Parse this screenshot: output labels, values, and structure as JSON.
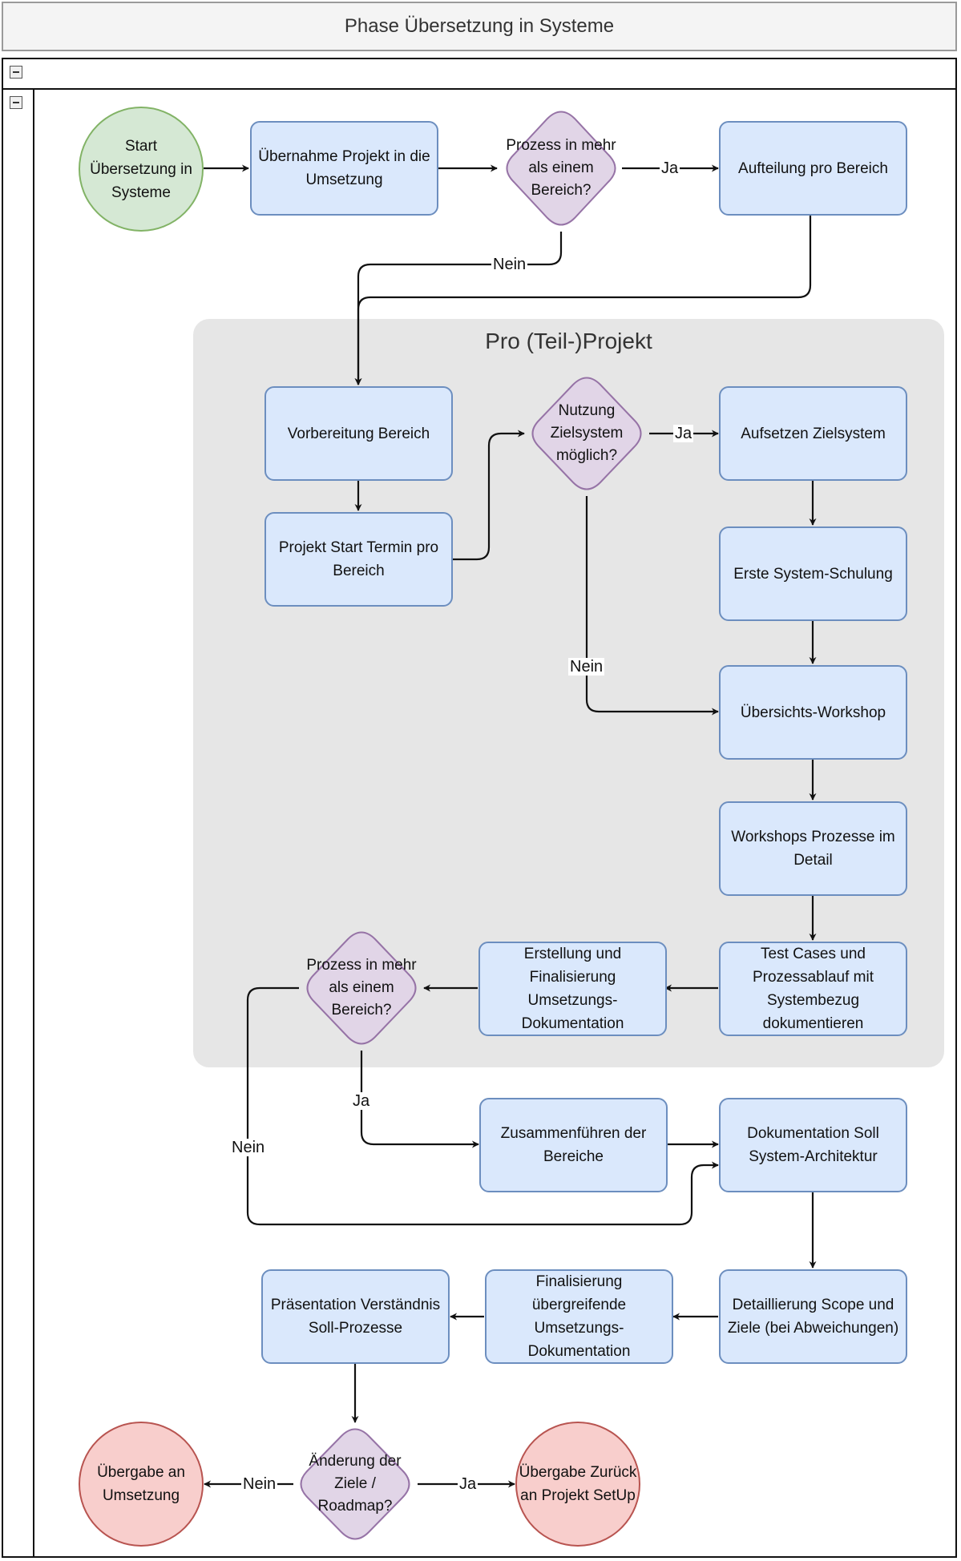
{
  "diagram": {
    "title": "Phase Übersetzung in Systeme",
    "group_title": "Pro (Teil-)Projekt",
    "nodes": {
      "start": "Start Übersetzung in Systeme",
      "uebernahme": "Übernahme Projekt in die Umsetzung",
      "prozess_mehr_1": "Prozess in mehr als einem Bereich?",
      "aufteilung": "Aufteilung pro Bereich",
      "vorbereitung": "Vorbereitung Bereich",
      "projekt_start": "Projekt Start Termin pro Bereich",
      "nutzung": "Nutzung Zielsystem möglich?",
      "aufsetzen": "Aufsetzen Zielsystem",
      "erste_schulung": "Erste System-Schulung",
      "uebersichts_workshop": "Übersichts-Workshop",
      "workshops_detail": "Workshops Prozesse im Detail",
      "test_cases": "Test Cases und Prozessablauf mit Systembezug dokumentieren",
      "erstellung": "Erstellung und Finalisierung Umsetzungs-Dokumentation",
      "prozess_mehr_2": "Prozess in mehr als einem Bereich?",
      "zusammenfuehren": "Zusammenführen der Bereiche",
      "doku_soll": "Dokumentation Soll System-Architektur",
      "detaillierung": "Detaillierung Scope und Ziele (bei Abweichungen)",
      "finalisierung": "Finalisierung übergreifende Umsetzungs-Dokumentation",
      "praesentation": "Präsentation Verständnis Soll-Prozesse",
      "aenderung": "Änderung der Ziele / Roadmap?",
      "uebergabe_umsetzung": "Übergabe an Umsetzung",
      "uebergabe_zurueck": "Übergabe Zurück an Projekt SetUp"
    },
    "edge_labels": {
      "ja_1": "Ja",
      "nein_1": "Nein",
      "ja_2": "Ja",
      "nein_2": "Nein",
      "ja_3": "Ja",
      "nein_3": "Nein",
      "nein_4": "Nein",
      "ja_4": "Ja"
    },
    "colors": {
      "process_fill": "#dae8fc",
      "process_stroke": "#6c8ebf",
      "start_fill": "#d5e8d4",
      "start_stroke": "#82b366",
      "end_fill": "#f8cecc",
      "end_stroke": "#b85450",
      "decision_fill": "#e1d5e7",
      "decision_stroke": "#9673a6",
      "group_fill": "#e6e6e6"
    }
  }
}
